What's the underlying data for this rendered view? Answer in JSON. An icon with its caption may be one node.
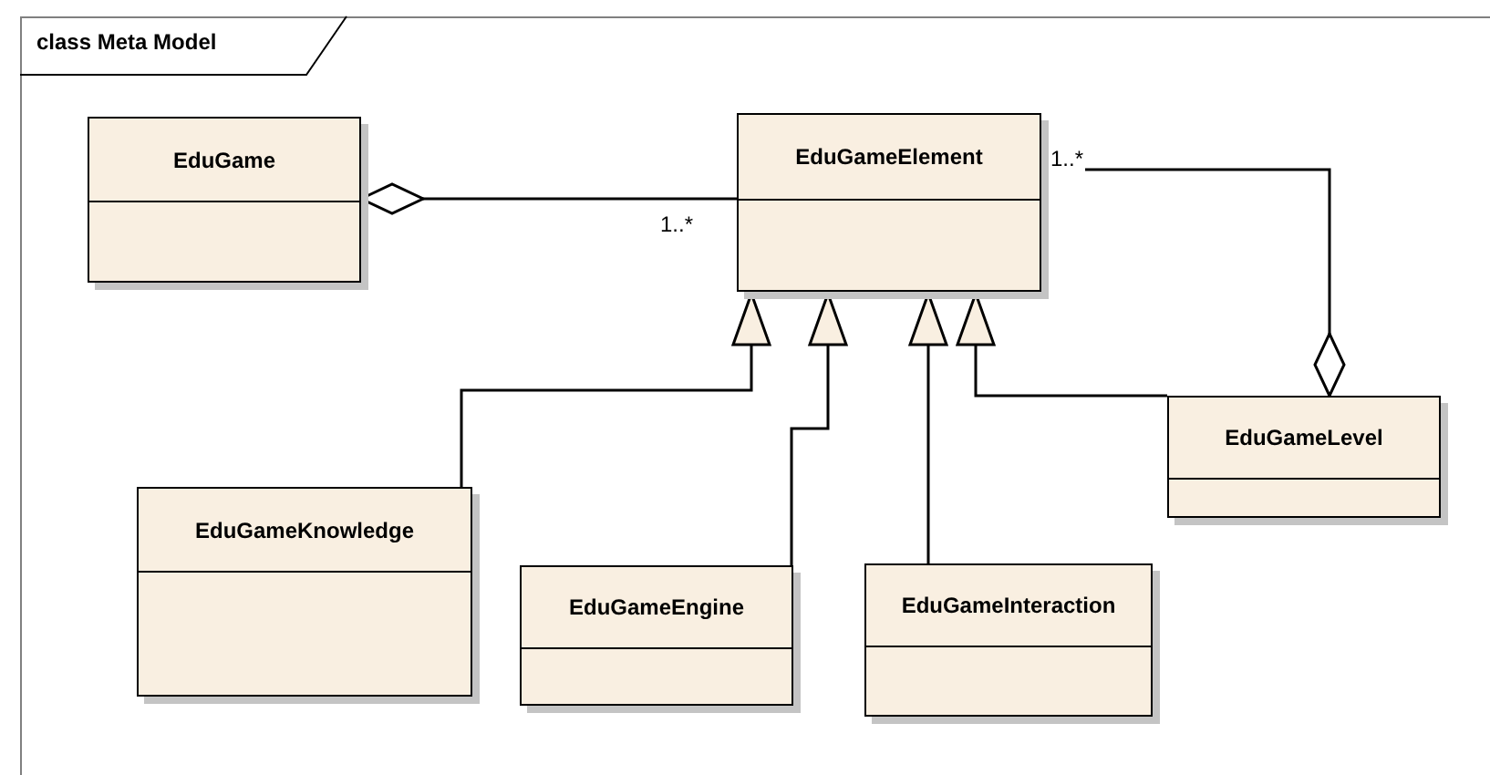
{
  "diagram": {
    "title": "class Meta Model",
    "nodes": [
      {
        "text": [
          "EduGame"
        ]
      },
      {
        "text": [
          "EduGameElement"
        ]
      },
      {
        "text": [
          "EduGameLevel"
        ]
      },
      {
        "text": [
          "EduGameKnowledge"
        ]
      },
      {
        "text": [
          "EduGameEngine"
        ]
      },
      {
        "text": [
          "EduGameInteraction"
        ]
      }
    ],
    "edges": [
      {
        "from": 0,
        "to": 1,
        "arrow": "other",
        "label": "1..*"
      },
      {
        "from": 2,
        "to": 1,
        "arrow": "other",
        "label": "1..*"
      },
      {
        "from": 3,
        "to": 1,
        "arrow": "to"
      },
      {
        "from": 4,
        "to": 1,
        "arrow": "to"
      },
      {
        "from": 5,
        "to": 1,
        "arrow": "to"
      },
      {
        "from": 2,
        "to": 1,
        "arrow": "to"
      }
    ]
  }
}
